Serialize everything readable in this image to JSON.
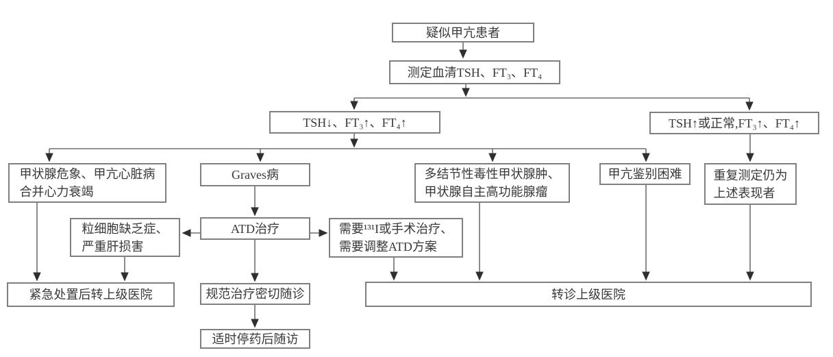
{
  "flowchart": {
    "description": "甲亢诊治转诊流程图",
    "colors": {
      "background": "#ffffff",
      "box_border": "#7f7f7f",
      "connector_line": "#6e6e6e",
      "arrowhead": "#2f2f2f",
      "text": "#383838"
    },
    "nodes": {
      "suspect": {
        "label": "疑似甲亢患者"
      },
      "measure": {
        "label": "测定血清TSH、FT₃、FT₄"
      },
      "tsh_low": {
        "label": "TSH↓、FT₃↑、FT₄↑"
      },
      "tsh_high": {
        "label": "TSH↑或正常,FT₃↑、FT₄↑"
      },
      "crisis": {
        "line1": "甲状腺危象、甲亢心脏病",
        "line2": "合并心力衰竭"
      },
      "graves": {
        "label": "Graves病"
      },
      "mng": {
        "line1": "多结节性毒性甲状腺肿、",
        "line2": "甲状腺自主高功能腺瘤"
      },
      "difficult": {
        "label": "甲亢鉴别困难"
      },
      "repeat": {
        "line1": "重复测定仍为",
        "line2": "上述表现者"
      },
      "granulo": {
        "line1": "粒细胞缺乏症、",
        "line2": "严重肝损害"
      },
      "atd": {
        "label": "ATD治疗"
      },
      "need131": {
        "line1": "需要¹³¹I或手术治疗、",
        "line2": "需要调整ATD方案"
      },
      "emergency": {
        "label": "紧急处置后转上级医院"
      },
      "standard": {
        "label": "规范治疗密切随诊"
      },
      "referral": {
        "label": "转诊上级医院"
      },
      "followup": {
        "label": "适时停药后随访"
      }
    }
  }
}
